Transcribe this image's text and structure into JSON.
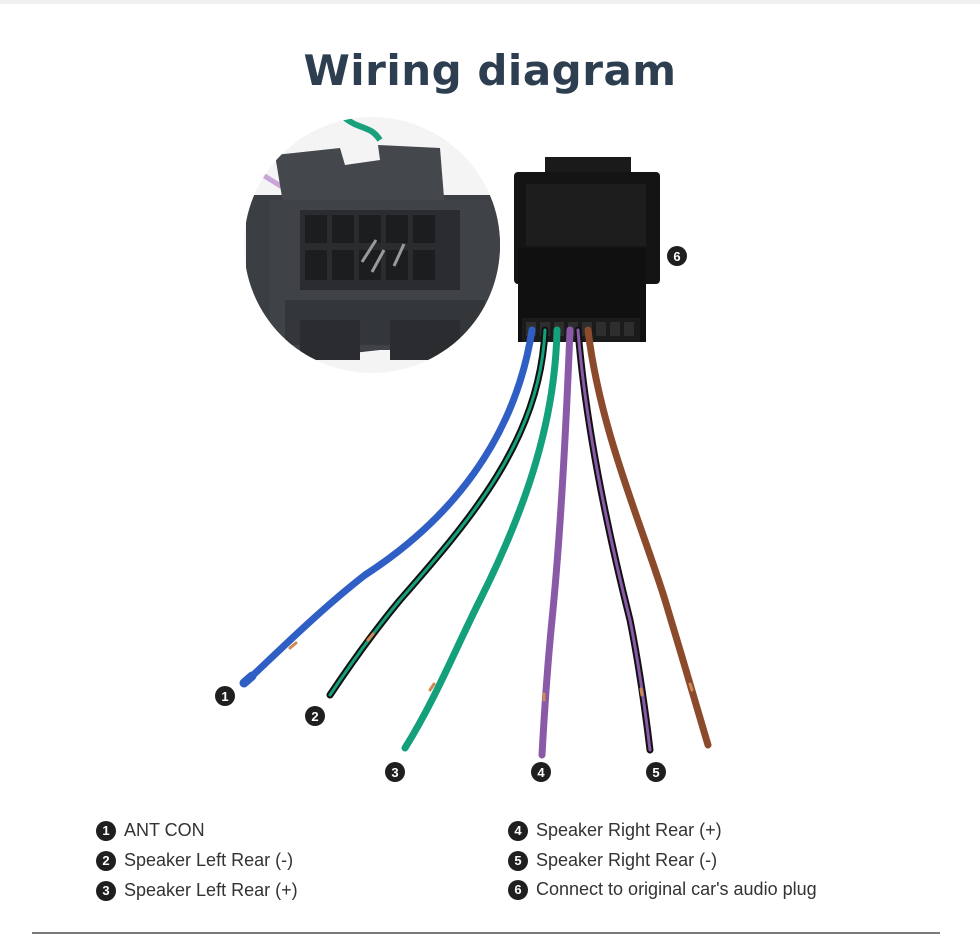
{
  "title": "Wiring diagram",
  "callouts": [
    "1",
    "2",
    "3",
    "4",
    "5",
    "6"
  ],
  "legend": [
    {
      "num": "1",
      "label": "ANT CON"
    },
    {
      "num": "2",
      "label": "Speaker Left Rear (-)"
    },
    {
      "num": "3",
      "label": "Speaker Left Rear (+)"
    },
    {
      "num": "4",
      "label": "Speaker Right Rear (+)"
    },
    {
      "num": "5",
      "label": "Speaker Right Rear (-)"
    },
    {
      "num": "6",
      "label": "Connect to original car's audio plug"
    }
  ],
  "colors": {
    "title": "#2c3e50",
    "wire_blue": "#2f5fc4",
    "wire_green": "#13a07a",
    "wire_purple": "#8a5aa8",
    "wire_brown": "#8b4a2b",
    "wire_black": "#111111",
    "connector": "#141414"
  }
}
